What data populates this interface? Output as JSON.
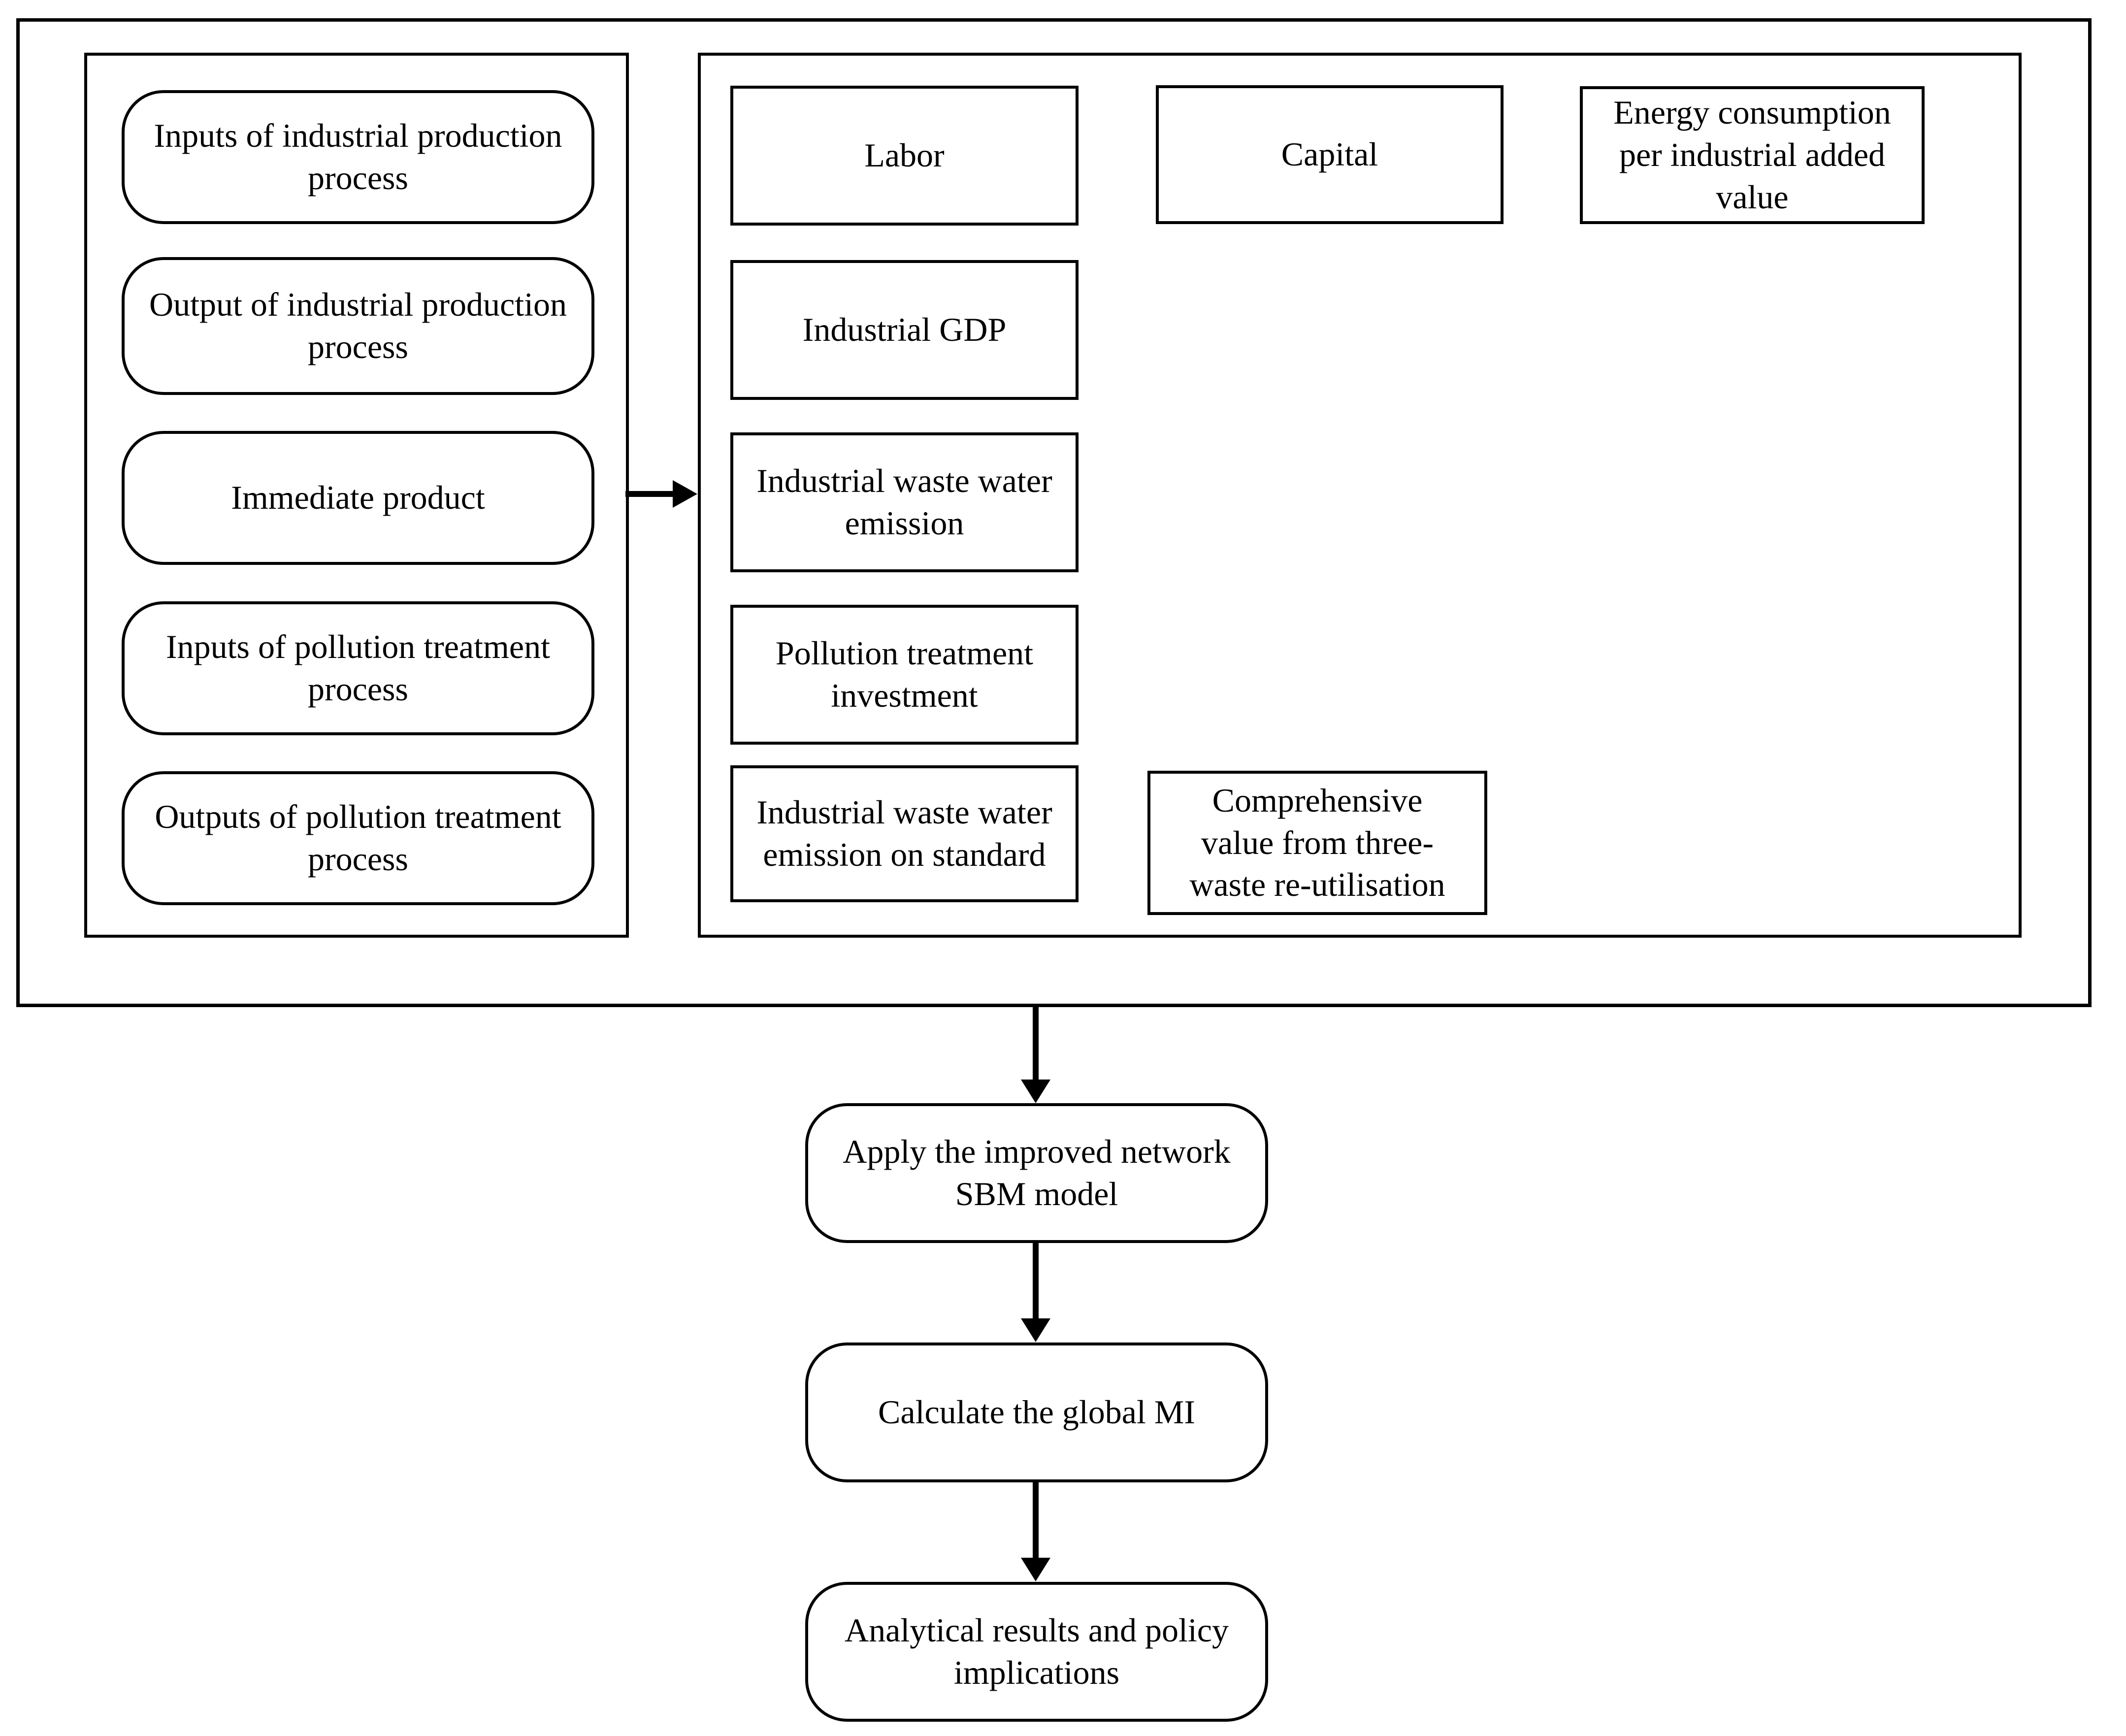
{
  "colors": {
    "line": "#000000",
    "background": "#ffffff",
    "text": "#000000"
  },
  "stage_panel": {
    "boxes": [
      {
        "label": "Inputs of industrial production\nprocess"
      },
      {
        "label": "Output of industrial production\nprocess"
      },
      {
        "label": "Immediate product"
      },
      {
        "label": "Inputs of pollution treatment\nprocess"
      },
      {
        "label": "Outputs of pollution treatment\nprocess"
      }
    ]
  },
  "indicator_panel": {
    "boxes": [
      {
        "label": "Labor"
      },
      {
        "label": "Capital"
      },
      {
        "label": "Energy consumption\nper industrial added\nvalue"
      },
      {
        "label": "Industrial GDP"
      },
      {
        "label": "Industrial waste water\nemission"
      },
      {
        "label": "Pollution treatment\ninvestment"
      },
      {
        "label": "Industrial waste water\nemission on standard"
      },
      {
        "label": "Comprehensive\nvalue from three-\nwaste re-utilisation"
      }
    ]
  },
  "flow_steps": [
    {
      "label": "Apply the improved network\nSBM model"
    },
    {
      "label": "Calculate the global MI"
    },
    {
      "label": "Analytical results and policy\nimplications"
    }
  ]
}
